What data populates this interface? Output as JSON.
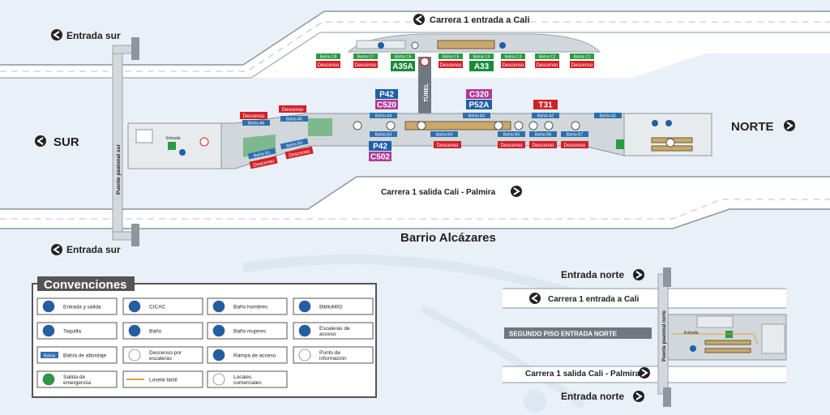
{
  "map": {
    "top_road": "Carrera 1 entrada a Cali",
    "bottom_road": "Carrera 1 salida Cali - Palmira",
    "south_label": "SUR",
    "north_label": "NORTE",
    "entrada_sur_top": "Entrada sur",
    "entrada_sur_bottom": "Entrada sur",
    "bridge_label": "Puente peatonal sur",
    "neighborhood": "Barrio Alcázares",
    "tunnel": "TÚNEL",
    "entrada_room": "Entrada",
    "colors": {
      "bg": "#e9f0f7",
      "road": "#7f8a94",
      "platform": "#cfd5da",
      "bay": "#2d6fad",
      "descenso": "#d32027",
      "green_bay": "#2a9a44",
      "route_blue": "#1f5fa8",
      "route_purple": "#b03b97",
      "route_red": "#d32027",
      "route_green": "#1c8c3c"
    }
  },
  "top_bays": [
    {
      "label": "Bahía C8",
      "descenso": "Descenso"
    },
    {
      "label": "Bahía C7",
      "descenso": "Descenso"
    },
    {
      "label": "Bahía C6",
      "route": "A35A"
    },
    {
      "label": "Bahía C5",
      "descenso": "Descenso"
    },
    {
      "label": "Bahía C4",
      "route": "A33"
    },
    {
      "label": "Bahía C3",
      "descenso": "Descenso"
    },
    {
      "label": "Bahía C2",
      "descenso": "Descenso"
    },
    {
      "label": "Bahía C1",
      "descenso": "Descenso"
    }
  ],
  "mid_bays": {
    "a6": "Bahía A6",
    "a5": "Bahía A5",
    "a4": "Bahía A4",
    "a3": "Bahía A3",
    "a2": "Bahía A2",
    "a1": "Bahía A1",
    "b1": "Bahía B1",
    "b2": "Bahía B2",
    "b3": "Bahía B3",
    "b4": "Bahía B4",
    "b5": "Bahía B5",
    "b6": "Bahía B6",
    "b7": "Bahía B7"
  },
  "descenso_label": "Descenso",
  "routes": {
    "a4_top": "P42",
    "a4_bottom": "C520",
    "a3_top": "C320",
    "a3_bottom": "P52A",
    "a2": "T31",
    "b3_top": "P42",
    "b3_bottom": "C502"
  },
  "legend": {
    "title": "Convenciones",
    "items": [
      {
        "text": "Entrada y salida",
        "icon": "entry-exit-icon"
      },
      {
        "text": "CICAC",
        "icon": "cicac-icon"
      },
      {
        "text": "Baño hombres",
        "icon": "men-restroom-icon"
      },
      {
        "text": "BiblioMIO",
        "icon": "bibliomio-icon"
      },
      {
        "text": "Taquilla",
        "icon": "ticket-office-icon"
      },
      {
        "text": "Baño",
        "icon": "accessible-restroom-icon"
      },
      {
        "text": "Baño mujeres",
        "icon": "women-restroom-icon"
      },
      {
        "text": "Escaleras de acceso",
        "icon": "stairs-icon"
      },
      {
        "text": "Bahía de abordaje",
        "icon": "boarding-bay-icon",
        "badge": "Bahía"
      },
      {
        "text": "Descenso por escaleras",
        "icon": "stairs-descent-icon"
      },
      {
        "text": "Rampa de acceso",
        "icon": "ramp-icon"
      },
      {
        "text": "Punto de información",
        "icon": "info-point-icon"
      },
      {
        "text": "Salida de emergencia",
        "icon": "emergency-exit-icon"
      },
      {
        "text": "Loseta táctil",
        "icon": "tactile-tile-icon"
      },
      {
        "text": "Locales comerciales",
        "icon": "shops-icon"
      }
    ]
  },
  "inset": {
    "entrada_norte_top": "Entrada norte",
    "entrada_norte_bottom": "Entrada norte",
    "road_top": "Carrera 1 entrada a Cali",
    "road_bottom": "Carrera 1 salida Cali - Palmira",
    "floor_label": "SEGUNDO PISO ENTRADA NORTE",
    "bridge_label": "Puente peatonal norte",
    "entrada_room": "Entrada"
  }
}
